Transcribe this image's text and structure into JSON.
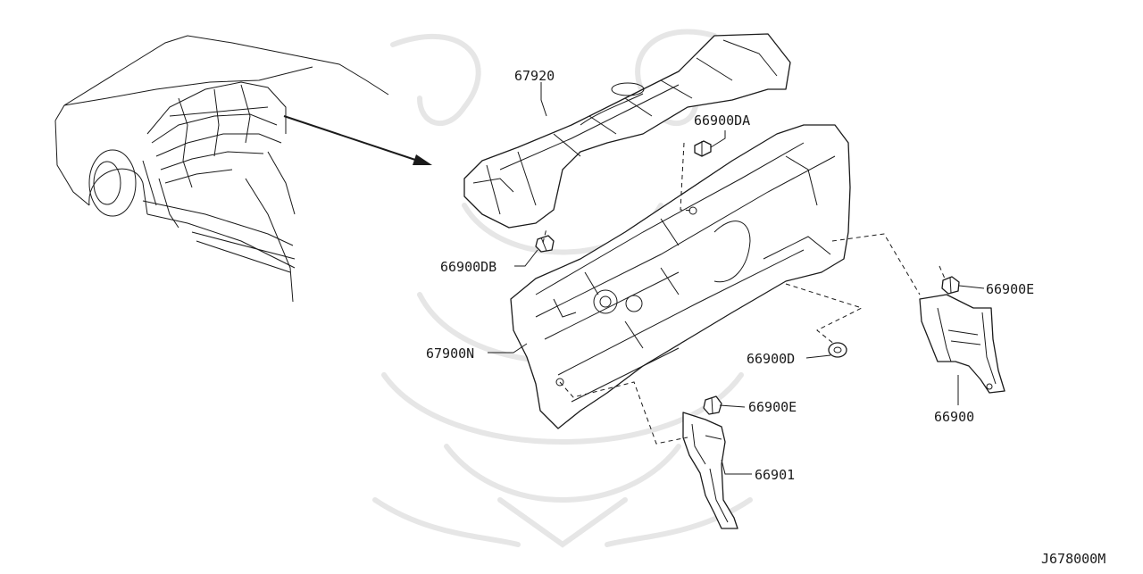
{
  "diagram": {
    "code": "J678000M",
    "callouts": [
      {
        "id": "67920",
        "label": "67920"
      },
      {
        "id": "66900DA",
        "label": "66900DA"
      },
      {
        "id": "66900DB",
        "label": "66900DB"
      },
      {
        "id": "67900N",
        "label": "67900N"
      },
      {
        "id": "66900E_right",
        "label": "66900E"
      },
      {
        "id": "66900D",
        "label": "66900D"
      },
      {
        "id": "66900E_lower",
        "label": "66900E"
      },
      {
        "id": "66900",
        "label": "66900"
      },
      {
        "id": "66901",
        "label": "66901"
      }
    ]
  }
}
